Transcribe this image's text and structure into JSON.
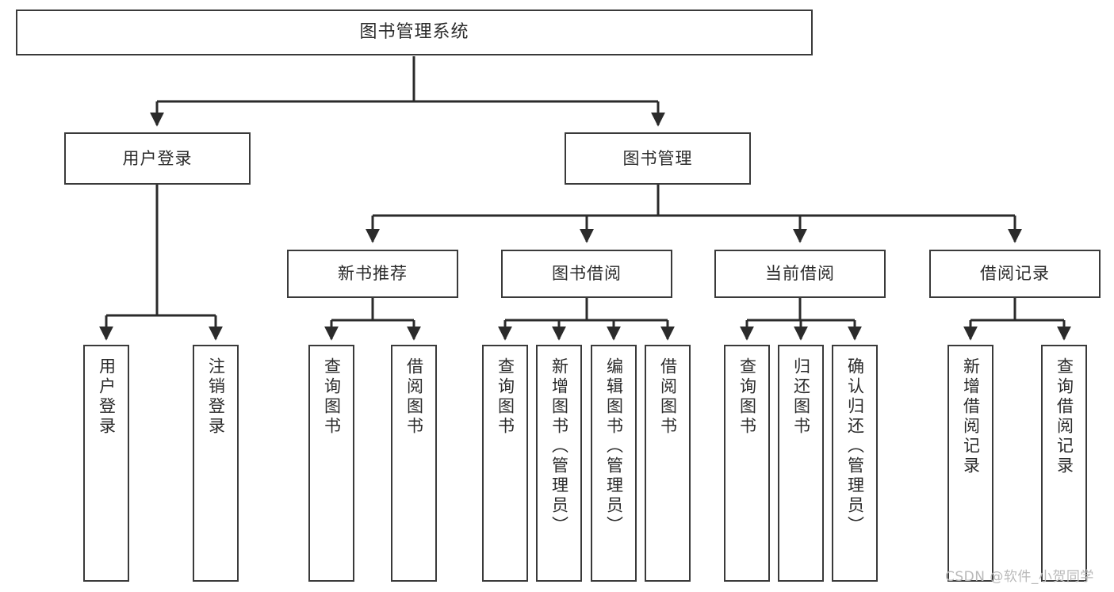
{
  "diagram": {
    "type": "tree",
    "title": "图书管理系统",
    "orientation": "top-down",
    "colors": {
      "box_border": "#3a3a3a",
      "box_fill": "#ffffff",
      "edge": "#2b2b2b",
      "text": "#2b2b2b",
      "background": "#ffffff",
      "watermark": "#b9b9b9"
    }
  },
  "nodes": {
    "root": {
      "label": "图书管理系统"
    },
    "level2": [
      {
        "id": "user-login",
        "label": "用户登录"
      },
      {
        "id": "book-manage",
        "label": "图书管理"
      }
    ],
    "level3": [
      {
        "id": "new-book-recommend",
        "label": "新书推荐"
      },
      {
        "id": "book-borrow",
        "label": "图书借阅"
      },
      {
        "id": "current-borrow",
        "label": "当前借阅"
      },
      {
        "id": "borrow-record",
        "label": "借阅记录"
      }
    ],
    "leaves": {
      "user_login": [
        {
          "id": "leaf-user-login",
          "label": "用户登录"
        },
        {
          "id": "leaf-logout",
          "label": "注销登录"
        }
      ],
      "new_book_recommend": [
        {
          "id": "leaf-query-book-1",
          "label": "查询图书"
        },
        {
          "id": "leaf-borrow-book-1",
          "label": "借阅图书"
        }
      ],
      "book_borrow": [
        {
          "id": "leaf-query-book-2",
          "label": "查询图书"
        },
        {
          "id": "leaf-add-book",
          "label": "新增图书（管理员）"
        },
        {
          "id": "leaf-edit-book",
          "label": "编辑图书（管理员）"
        },
        {
          "id": "leaf-borrow-book-2",
          "label": "借阅图书"
        }
      ],
      "current_borrow": [
        {
          "id": "leaf-query-book-3",
          "label": "查询图书"
        },
        {
          "id": "leaf-return-book",
          "label": "归还图书"
        },
        {
          "id": "leaf-confirm-return",
          "label": "确认归还（管理员）"
        }
      ],
      "borrow_record": [
        {
          "id": "leaf-add-record",
          "label": "新增借阅记录"
        },
        {
          "id": "leaf-query-record",
          "label": "查询借阅记录"
        }
      ]
    }
  },
  "watermark": {
    "text": "CSDN @软件_小贺同学"
  }
}
